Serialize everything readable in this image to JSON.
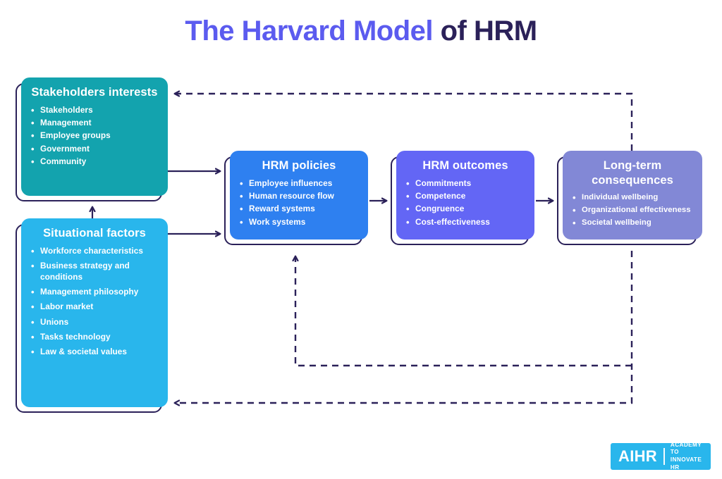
{
  "title": {
    "part1": "The Harvard Model ",
    "part2": "of HRM",
    "color1": "#5b5bef",
    "color2": "#2b2159"
  },
  "nodes": {
    "stakeholders": {
      "heading": "Stakeholders interests",
      "color": "#13a3ae",
      "items": [
        "Stakeholders",
        "Management",
        "Employee groups",
        "Government",
        "Community"
      ]
    },
    "situational": {
      "heading": "Situational factors",
      "color": "#29b6ec",
      "items": [
        "Workforce characteristics",
        "Business strategy and conditions",
        "Management philosophy",
        "Labor market",
        "Unions",
        "Tasks technology",
        "Law & societal values"
      ]
    },
    "policies": {
      "heading": "HRM policies",
      "color": "#2e80f0",
      "items": [
        "Employee influences",
        "Human resource flow",
        "Reward systems",
        "Work systems"
      ]
    },
    "outcomes": {
      "heading": "HRM outcomes",
      "color": "#6366f5",
      "items": [
        "Commitments",
        "Competence",
        "Congruence",
        "Cost-effectiveness"
      ]
    },
    "consequences": {
      "heading": "Long-term consequences",
      "color": "#8288d6",
      "items": [
        "Individual wellbeing",
        "Organizational effectiveness",
        "Societal wellbeing"
      ]
    }
  },
  "connectors": {
    "line_color": "#2b2159",
    "solid": [
      {
        "name": "situational-to-stakeholders",
        "style": "solid"
      },
      {
        "name": "stakeholders-to-policies",
        "style": "solid"
      },
      {
        "name": "situational-to-policies",
        "style": "solid"
      },
      {
        "name": "policies-to-outcomes",
        "style": "solid"
      },
      {
        "name": "outcomes-to-consequences",
        "style": "solid"
      }
    ],
    "dashed": [
      {
        "name": "consequences-to-stakeholders-feedback",
        "style": "dashed"
      },
      {
        "name": "consequences-to-situational-feedback",
        "style": "dashed"
      },
      {
        "name": "feedback-to-policies",
        "style": "dashed"
      }
    ]
  },
  "logo": {
    "mark": "AIHR",
    "tagline_line1": "ACADEMY TO",
    "tagline_line2": "INNOVATE HR",
    "background": "#29b6ec"
  }
}
